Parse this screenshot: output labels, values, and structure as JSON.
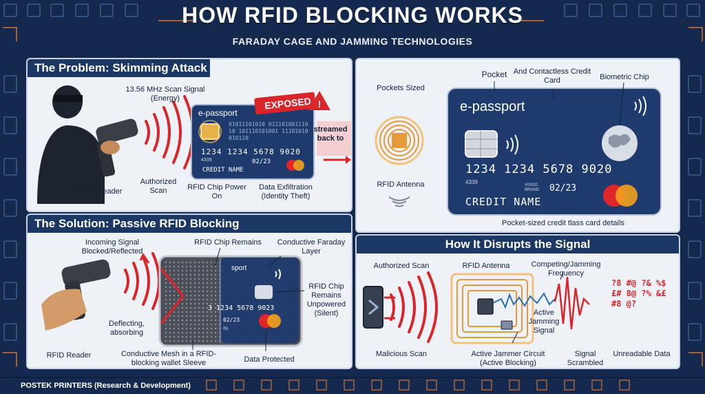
{
  "header": {
    "title": "HOW RFID BLOCKING WORKS",
    "subtitle": "FARADAY CAGE AND JAMMING TECHNOLOGIES"
  },
  "problem": {
    "heading": "The Problem: Skimming Attack",
    "scan_signal": "13.56 MHz Scan Signal (Energy)",
    "exposed": "EXPOSED",
    "streamed": "streamed back to",
    "rfid_reader": "RFID Reader",
    "authorized_scan": "Authorized Scan",
    "chip_power_on": "RFID Chip Power On",
    "exfiltration": "Data Exfiltration (Identity Theft)",
    "card": {
      "brand": "e-passport",
      "binary": "01011101010 01110100111010 101110101001 11101010 010110",
      "number": "1234 1234 5678 9020",
      "small": "4339",
      "expiry": "02/23",
      "name": "CREDIT NAME"
    }
  },
  "right_top": {
    "pockets_sized": "Pockets Sized",
    "pocket": "Pocket",
    "contactless": "And Contactless Credit Card",
    "biometric": "Biometric Chip",
    "rfid_antenna": "RFID Antenna",
    "caption": "Pocket-sized credit tlass card details",
    "card": {
      "brand": "e-passport",
      "number": "1234  1234  5678  9020",
      "small": "4339",
      "valid": "VISOO BRAND",
      "expiry": "02/23",
      "name": "CREDIT NAME"
    }
  },
  "solution": {
    "heading": "The Solution: Passive RFID Blocking",
    "incoming": "Incoming Signal Blocked/Reflected",
    "chip_remains": "RFID Chip Remains",
    "faraday_layer": "Conductive Faraday Layer",
    "unpowered": "RFID Chip Remains Unpowered (Silent)",
    "deflecting": "Deflecting, absorbing",
    "rfid_reader": "RFID Reader",
    "mesh": "Conductive Mesh in a RFID-blocking wallet Sleeve",
    "protected": "Data Protected",
    "card": {
      "brand": "sport",
      "number": "3 1234  5678  9023",
      "expiry": "02/23",
      "small": "IN"
    }
  },
  "disrupt": {
    "heading": "How It Disrupts the Signal",
    "authorized_scan": "Authorized Scan",
    "rfid_antenna": "RFID Antenna",
    "competing": "Competing/Jamming Frequency",
    "active_jamming": "Active Jamming Signal",
    "malicious_scan": "Malicious Scan",
    "jammer_circuit": "Active Jammer Circuit (Active Blocking)",
    "scrambled": "Signal Scrambled",
    "unreadable": "Unreadable Data",
    "noise": "?8 #@ ?& %$ £# 8@ ?% &£ #8 @?"
  },
  "footer": {
    "credit": "POSTEK PRINTERS (Research & Development)"
  },
  "colors": {
    "navy": "#14294d",
    "panel": "#eef2f7",
    "accent_red": "#d8262b",
    "card_blue": "#1f3b6e",
    "chip_gold": "#e6b34a",
    "antenna_orange": "#e79a3a"
  }
}
